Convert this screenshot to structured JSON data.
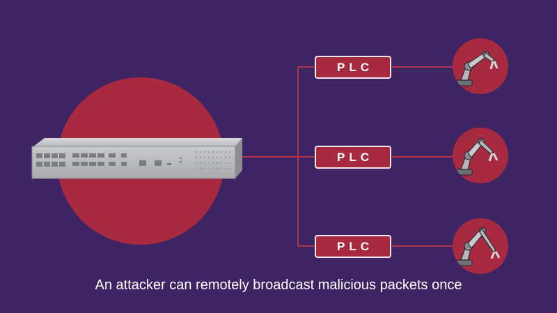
{
  "plc_nodes": [
    {
      "label": "PLC"
    },
    {
      "label": "PLC"
    },
    {
      "label": "PLC"
    }
  ],
  "caption": "An attacker can remotely broadcast malicious packets once",
  "colors": {
    "background": "#3f2464",
    "accent_red": "#a72a40",
    "wire": "#b5334a",
    "box_border": "#f2e9ee"
  },
  "icons": {
    "device": "network-appliance-icon",
    "robot": "robotic-arm-icon"
  }
}
